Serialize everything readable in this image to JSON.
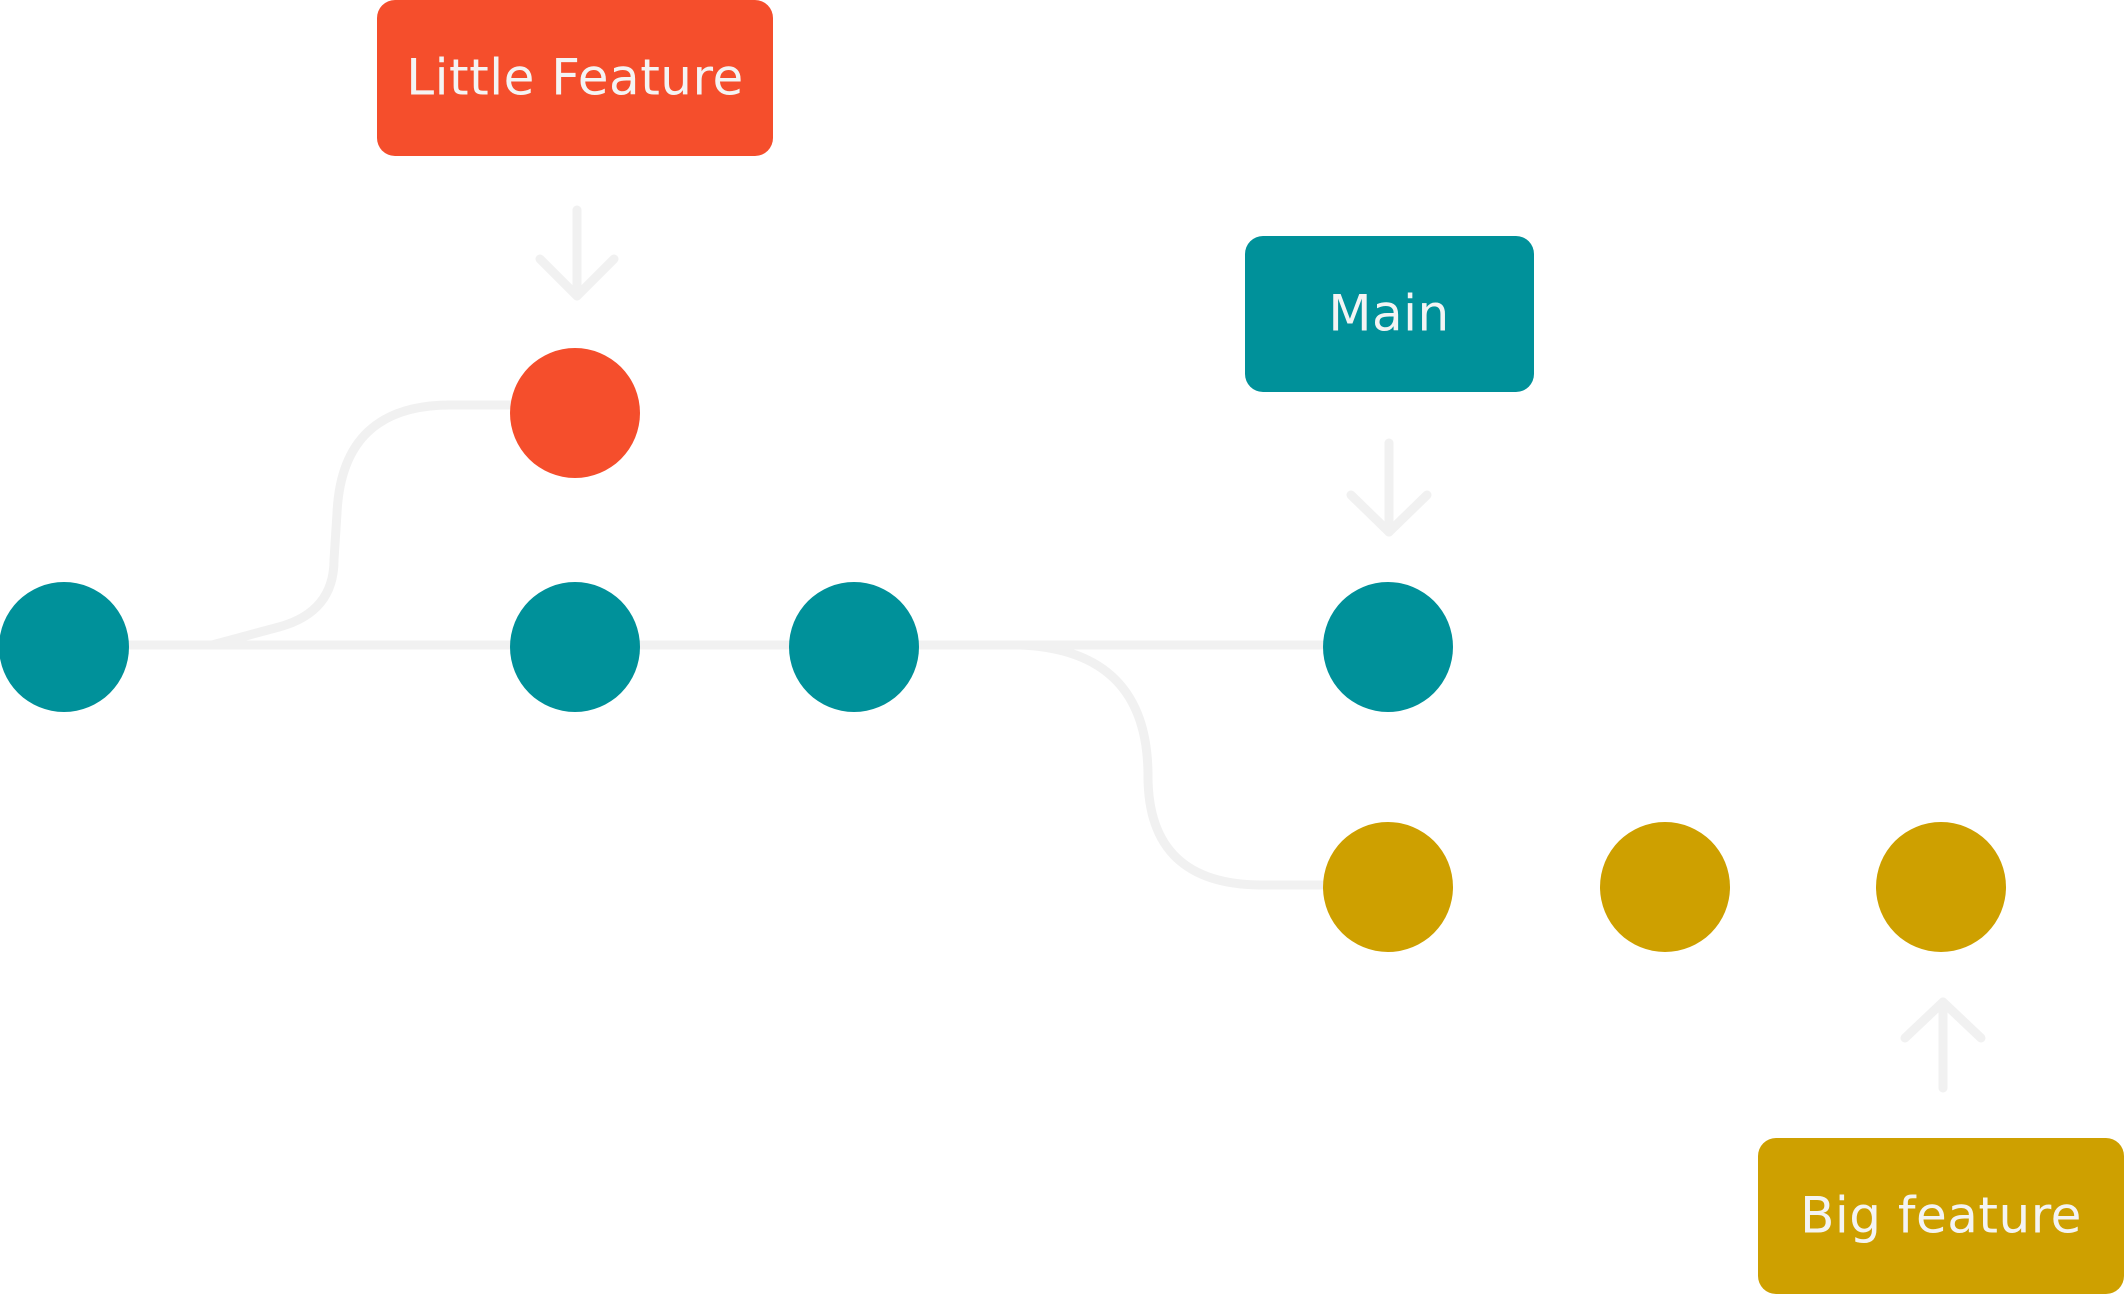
{
  "colors": {
    "main": "#00919a",
    "little_feature": "#f54e2c",
    "big_feature": "#cea000",
    "connector": "#f1f1f1",
    "label_text": "#f4f4f4"
  },
  "branches": {
    "little_feature": {
      "label": "Little Feature",
      "commit_count": 1
    },
    "main": {
      "label": "Main",
      "commit_count": 4
    },
    "big_feature": {
      "label": "Big feature",
      "commit_count": 3
    }
  },
  "icons": {
    "little_feature_pointer": "arrow-down-icon",
    "main_pointer": "arrow-down-icon",
    "big_feature_pointer": "arrow-up-icon"
  }
}
